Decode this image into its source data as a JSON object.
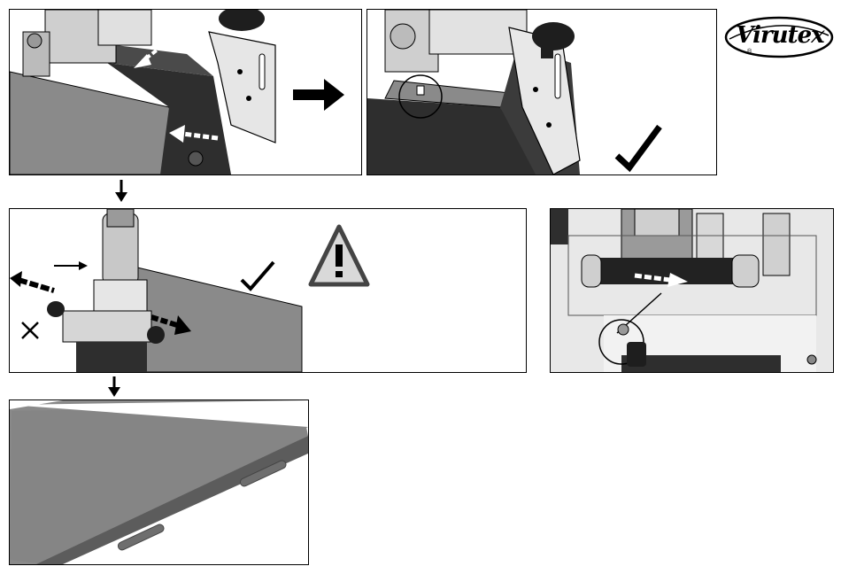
{
  "brand": {
    "logo_text": "Virutex",
    "registered_mark": "®"
  },
  "panels": [
    {
      "id": "step-1-clamp-insertion",
      "icon": "arrow-right-icon"
    },
    {
      "id": "step-1-result",
      "icon": "checkmark-icon"
    },
    {
      "id": "step-2-router-on-board",
      "icons": [
        "arrow-down-icon",
        "checkmark-icon",
        "cross-icon",
        "warning-triangle-icon"
      ]
    },
    {
      "id": "detail-guide-bar",
      "icon": "magnifier-circle-icon"
    },
    {
      "id": "step-3-routed-slots",
      "icon": "arrow-down-icon"
    }
  ],
  "colors": {
    "board_gray": "#8a8a8a",
    "board_edge": "#5c5c5c",
    "machine_dark": "#2e2e2e",
    "machine_light": "#d8d8d8",
    "outline": "#000000",
    "warning_fill": "#d9d9d9"
  }
}
